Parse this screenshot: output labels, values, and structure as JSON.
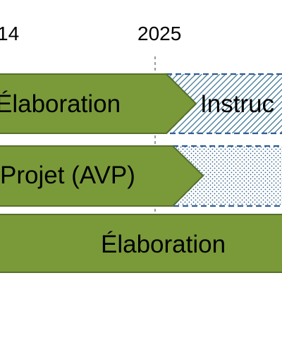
{
  "timeline": {
    "ticks": [
      {
        "label": "14"
      },
      {
        "label": "2025"
      }
    ]
  },
  "rows": [
    {
      "label": "Élaboration",
      "next_label": "Instruc"
    },
    {
      "label": "Projet (AVP)"
    },
    {
      "label": "Élaboration"
    }
  ],
  "colors": {
    "bar_fill": "#7a9a3a",
    "bar_stroke": "#56702a",
    "hatch": "#2f6e8a",
    "dots": "#2f5f8a",
    "dash_border": "#2f5b95"
  }
}
